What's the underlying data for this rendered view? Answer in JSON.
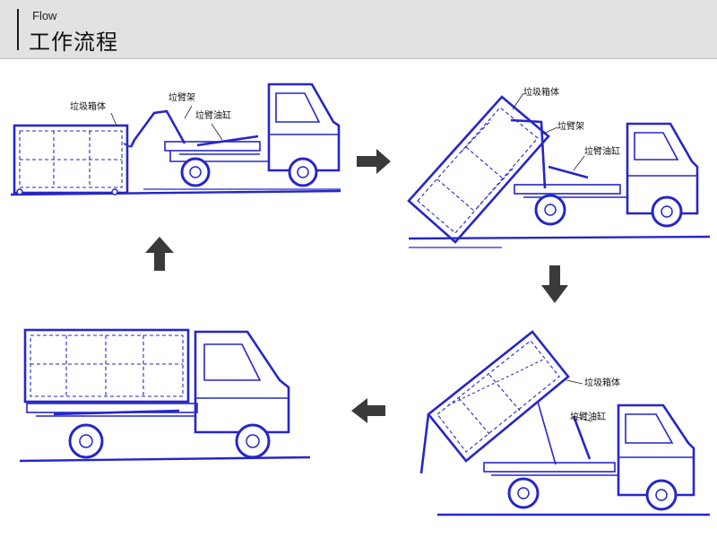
{
  "header": {
    "subtitle_en": "Flow",
    "title_zh": "工作流程"
  },
  "steps": [
    {
      "labels": {
        "box": "垃圾箱体",
        "arm_frame": "垃臂架",
        "arm_cylinder": "垃臂油缸"
      }
    },
    {
      "labels": {
        "box": "垃圾箱体",
        "arm_frame": "垃臂架",
        "arm_cylinder": "垃臂油缸"
      }
    },
    {
      "labels": {
        "box": "垃圾箱体",
        "arm_cylinder": "垃臂油缸"
      }
    },
    {
      "labels": {}
    }
  ],
  "colors": {
    "line": "#2626c9",
    "arrow": "#3a3a3a",
    "header_bg": "#e2e2e2"
  },
  "arrows": [
    "arrow-right",
    "arrow-down",
    "arrow-left",
    "arrow-up"
  ]
}
